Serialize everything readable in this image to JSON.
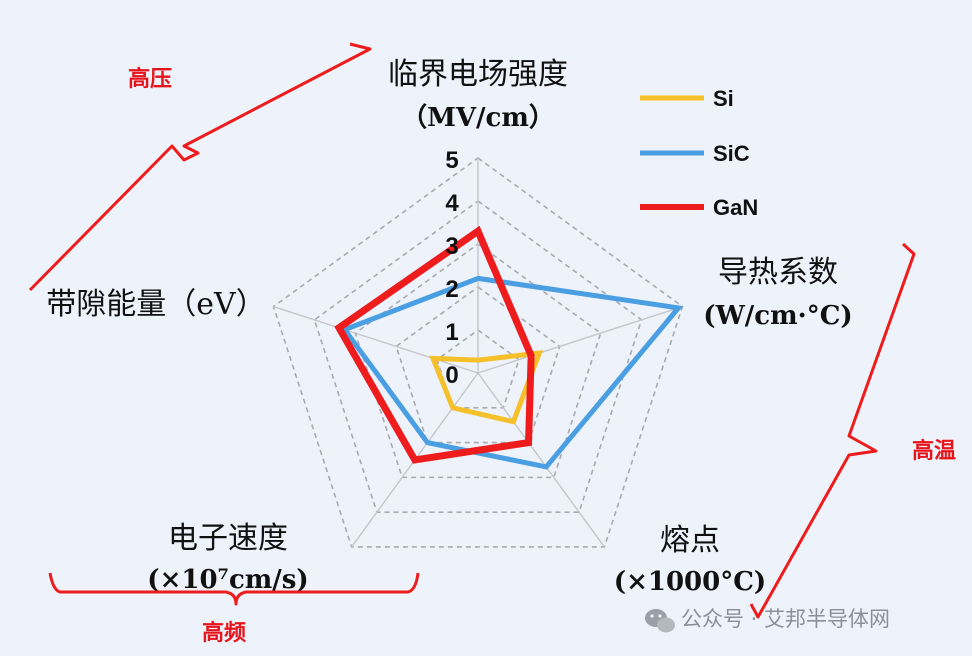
{
  "chart_data": {
    "type": "radar",
    "rmax": 5,
    "ticks": [
      "0",
      "1",
      "2",
      "3",
      "4",
      "5"
    ],
    "grid": true,
    "axes": [
      {
        "label": "临界电场强度",
        "unit": "（MV/cm）"
      },
      {
        "label": "导热系数",
        "unit": "(W/cm·°C)"
      },
      {
        "label": "熔点",
        "unit": "(×1000°C)"
      },
      {
        "label": "电子速度",
        "unit": "(×10⁷cm/s)"
      },
      {
        "label": "带隙能量（eV）",
        "unit": ""
      }
    ],
    "series": [
      {
        "name": "Si",
        "color": "#f5c02a",
        "values": [
          0.3,
          1.5,
          1.4,
          1.0,
          1.1
        ]
      },
      {
        "name": "SiC",
        "color": "#4a9ee2",
        "values": [
          2.2,
          4.9,
          2.7,
          2.0,
          3.26
        ]
      },
      {
        "name": "GaN",
        "color": "#ee1c1c",
        "values": [
          3.3,
          1.3,
          2.0,
          2.5,
          3.4
        ]
      }
    ],
    "legend_position": "top-right",
    "annotations": [
      "高压",
      "高温",
      "高频"
    ]
  },
  "watermark": {
    "icon": "wechat-icon",
    "text": "公众号 · 艾邦半导体网"
  }
}
